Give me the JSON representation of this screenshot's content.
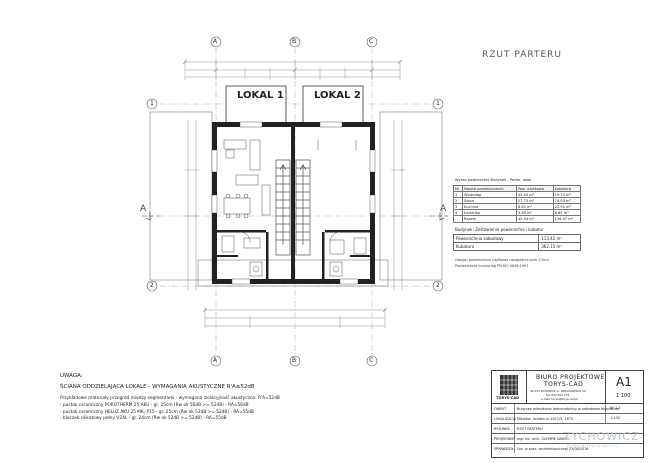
{
  "drawing": {
    "title": "RZUT PARTERU",
    "grid_top": [
      "A",
      "B",
      "C"
    ],
    "grid_bottom": [
      "A",
      "B",
      "C"
    ],
    "grid_side": [
      "1",
      "1",
      "2",
      "2"
    ],
    "section_marks": [
      "A",
      "A"
    ],
    "units": [
      "LOKAL 1",
      "LOKAL 2"
    ]
  },
  "area_table": {
    "caption": "Wykaz powierzchni Budynek - Parter, lokal",
    "headers": [
      "Nr",
      "Nazwa pomieszczenia",
      "Pow. użytkowa",
      "Kubatura"
    ],
    "rows": [
      [
        "1",
        "Wiatrołap",
        "42.44 m²",
        "19.74 m³"
      ],
      [
        "2",
        "Salon",
        "27.73 m²",
        "74.93 m³"
      ],
      [
        "3",
        "Kuchnia",
        "8.50 m²",
        "22.95 m³"
      ],
      [
        "4",
        "Łazienka",
        "3.28 m²",
        "8.85 m³"
      ],
      [
        "",
        "Razem",
        "42.44 m²",
        "126.47 m³"
      ]
    ]
  },
  "summary": {
    "caption": "Budynek: Zestawienie powierzchni i kubatur",
    "rows": [
      [
        "Powierzchnia zabudowy",
        "113.42 m²"
      ],
      [
        "Kubatura",
        "362.15 m³"
      ]
    ],
    "note1": "Uwaga: powierzchnia użytkowa uwzględnia tynk 1,5cm",
    "note2": "Powierzchnia liczona wg PN-ISO 9836:1997"
  },
  "legend": {
    "uwaga": "UWAGA:",
    "heading": "ŚCIANA ODDZIELAJĄCA LOKALE - WYMAGANIA AKUSTYCZNE R'A≥52dB",
    "intro": "Przykładowe materiały przegród między segmentami - wymagana izolacyjność akustyczna: R'A=52dB",
    "items": [
      "- pustak ceramiczny POROTHERM 25 AKU - gr. 25cm (Rw ok 56dB >= 52dB) - RA=56dB",
      "- pustak ceramiczny HELUZ AKU 25 MK, P15 - gr. 25cm (Rw ok 53dB >= 52dB) - RA=55dB",
      "- bloczek silikatowy pełny U24L - gr. 24cm (Rw ok 52dB >= 52dB) - RA=55dB"
    ]
  },
  "title_block": {
    "firm_line1": "BIURO PROJEKTOWE",
    "firm_line2": "TORYS-CAD",
    "logo_text": "TORYS-CAD",
    "address": "40-153 KATOWICE  ul. WROCŁAWSKA 42",
    "phone": "tel. 603 854 779",
    "email": "e-mail: torys@torys-cad.pl",
    "sheet_no": "A1",
    "scale": "1:100",
    "rows": [
      {
        "k": "OBIEKT",
        "v": "Budynek mieszkalny jednorodzinny w zabudowie bliźniaczej",
        "x": "Nr 1-2"
      },
      {
        "k": "LOKALIZACJA",
        "v": "Mikołów, działka nr 1671/5, 1673",
        "x": "1:100"
      },
      {
        "k": "RYSUNEK",
        "v": "RZUT PARTERU",
        "x": ""
      },
      {
        "k": "PROJEKTANT",
        "v": "mgr inż. arch. ŚLEMPIK DANIEL",
        "x": ""
      },
      {
        "k": "SPRAWDZIŁ",
        "v": "Upr. w spec. architektonicznej 23/08/2016",
        "x": ""
      }
    ]
  },
  "watermark": {
    "text": "ZYCHOWICZ",
    "sub": "BIURO NIERUCHOMOŚCI"
  }
}
